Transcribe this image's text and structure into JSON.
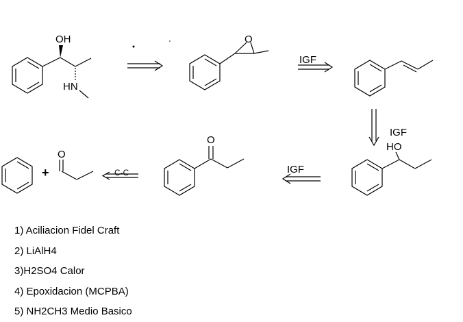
{
  "molecules": {
    "start": {
      "oh_label": "OH",
      "nh_label": "HN"
    },
    "epoxide": {
      "o_label": "O"
    },
    "ketone_right": {
      "o_label": "O"
    },
    "alcohol": {
      "ho_label": "HO"
    },
    "aldehyde": {
      "o_label": "O"
    },
    "plus_sign": "+"
  },
  "arrows": {
    "alkene_step": {
      "label": "IGF"
    },
    "alcohol_step": {
      "label": "IGF"
    },
    "ketone_step": {
      "label": "IGF"
    },
    "disconnection": {
      "label": "C-C"
    }
  },
  "steps": [
    "1) Aciliacion Fidel Craft",
    "2) LiAlH4",
    "3)H2SO4 Calor",
    "4) Epoxidacion (MCPBA)",
    "5) NH2CH3 Medio Basico"
  ]
}
